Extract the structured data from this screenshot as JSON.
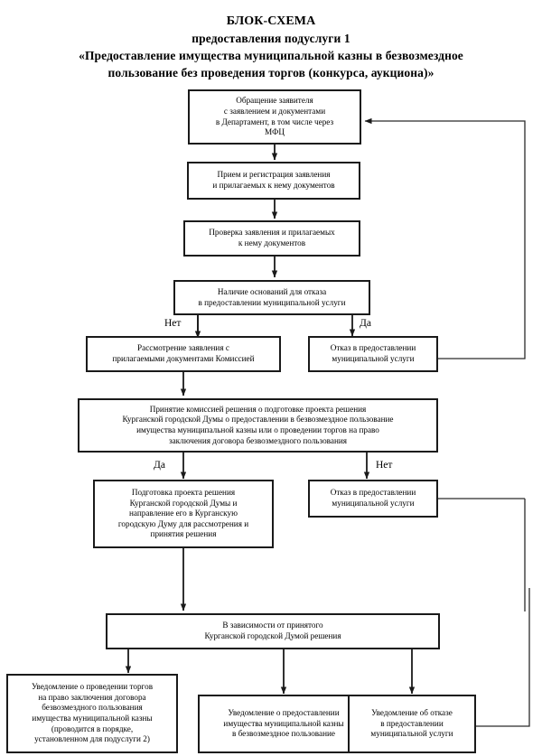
{
  "title": {
    "line1": "БЛОК-СХЕМА",
    "line2": "предоставления подуслуги 1",
    "line3": "«Предоставление имущества муниципальной казны в безвозмездное",
    "line4": "пользование без проведения торгов (конкурса, аукциона)»"
  },
  "nodes": {
    "application": "Обращение заявителя\nс заявлением и документами\nв Департамент, в том числе через\nМФЦ",
    "registration": "Прием и регистрация заявления\nи прилагаемых к нему документов",
    "verification": "Проверка заявления и прилагаемых\nк нему документов",
    "refusal_grounds": "Наличие оснований для отказа\nв предоставлении муниципальной услуги",
    "commission_review": "Рассмотрение заявления с\nприлагаемыми документами Комиссией",
    "refusal_1": "Отказ в предоставлении\nмуниципальной услуги",
    "commission_decision": "Принятие комиссией решения о  подготовке проекта решения\nКурганской городской Думы о предоставлении в безвозмездное пользование\nимущества муниципальной казны или о проведении торгов на право\nзаключения договора безвозмездного пользования",
    "draft_preparation": "Подготовка проекта решения\nКурганской городской Думы и\nнаправление его в Курганскую\nгородскую Думу для рассмотрения и\nпринятия решения",
    "refusal_2": "Отказ в предоставлении\nмуниципальной услуги",
    "depends_on_decision": "В зависимости от принятого\nКурганской городской Думой решения",
    "notice_auction": "Уведомление о проведении торгов\nна право заключения договора\nбезвозмездного пользования\nимущества муниципальной казны\n(проводится в порядке,\nустановленном для подуслуги 2)",
    "notice_granted": "Уведомление о предоставлении\nимущества муниципальной казны\nв безвозмездное пользование",
    "notice_refused": "Уведомление об отказе\nв предоставлении\nмуниципальной услуги"
  },
  "branch_labels": {
    "refusal_no": "Нет",
    "refusal_yes": "Да",
    "commission_yes": "Да",
    "commission_no": "Нет"
  },
  "colors": {
    "stroke": "#1a1a1a",
    "line": "#333333",
    "background": "#ffffff"
  }
}
